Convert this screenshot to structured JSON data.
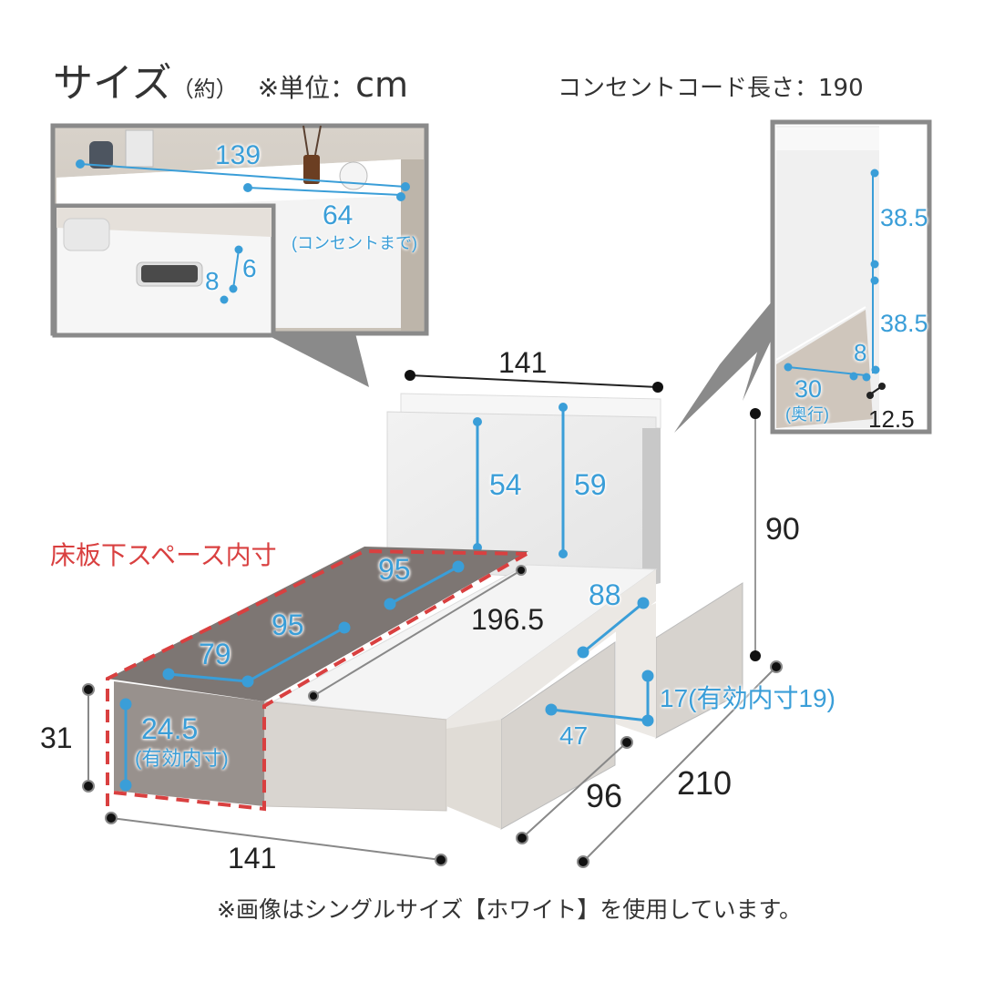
{
  "header": {
    "title": "サイズ",
    "title_approx": "（約）",
    "unit_label": "※単位：",
    "unit_value": "cm",
    "cord_length": "コンセントコード長さ：190"
  },
  "inset_headboard": {
    "width_total": "139",
    "outlet_distance": "64",
    "outlet_note": "(コンセントまで)",
    "shelf_depth": "8",
    "shelf_height": "6"
  },
  "inset_side": {
    "upper_height": "38.5",
    "lower_height": "38.5",
    "shelf_depth": "8",
    "depth": "30",
    "depth_note": "(奥行)",
    "thickness": "12.5"
  },
  "main": {
    "headboard_width": "141",
    "headboard_height_inner": "54",
    "headboard_height_outer": "59",
    "total_height": "90",
    "under_floor_label": "床板下スペース内寸",
    "under_floor_len_1": "95",
    "under_floor_len_2": "95",
    "under_floor_width": "79",
    "frame_length": "196.5",
    "drawer_inner_length": "88",
    "frame_height": "31",
    "inner_height": "24.5",
    "inner_height_note": "(有効内寸)",
    "drawer_width": "47",
    "drawer_height": "17(有効内寸19)",
    "base_width": "141",
    "drawer_depth": "96",
    "total_length": "210"
  },
  "footer": {
    "note": "※画像はシングルサイズ【ホワイト】を使用しています。"
  },
  "colors": {
    "dimension_blue": "#3a9ed8",
    "dimension_black": "#222222",
    "under_space_red": "#d94040",
    "frame_gray": "#8f8f8f"
  }
}
